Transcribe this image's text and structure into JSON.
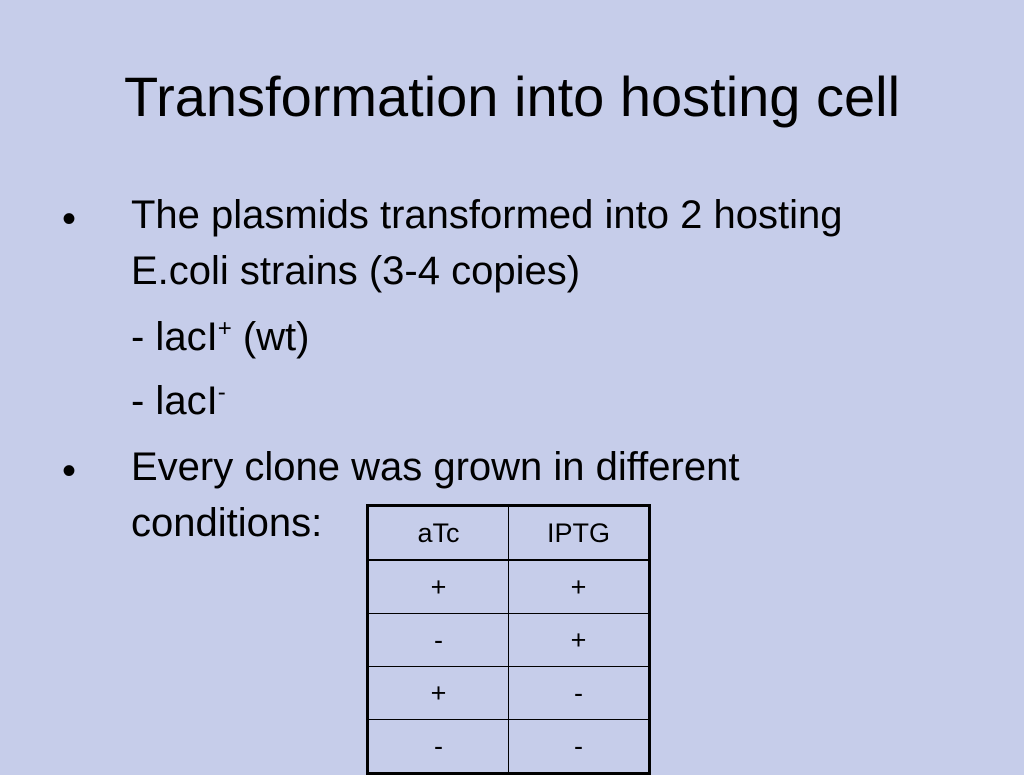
{
  "slide": {
    "title": "Transformation into hosting cell",
    "bullets": [
      {
        "marker": "•",
        "line1": "The plasmids transformed into 2 hosting",
        "line2": "E.coli strains (3-4 copies)",
        "subitems": [
          {
            "text": "- lacI",
            "sup": "+",
            "suffix": " (wt)"
          },
          {
            "text": "- lacI",
            "sup": "-",
            "suffix": ""
          }
        ]
      },
      {
        "marker": "•",
        "line1": "Every clone was grown in different",
        "line2": "conditions:"
      }
    ]
  },
  "table": {
    "headers": [
      "aTc",
      "IPTG"
    ],
    "rows": [
      [
        "+",
        "+"
      ],
      [
        "-",
        "+"
      ],
      [
        "+",
        "-"
      ],
      [
        "-",
        "-"
      ]
    ]
  }
}
